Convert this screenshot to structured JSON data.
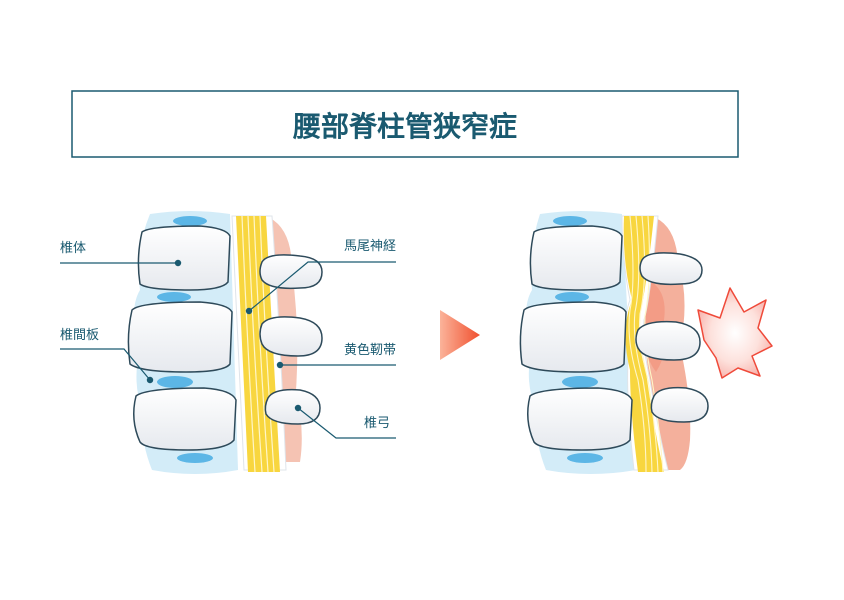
{
  "title": "腰部脊柱管狭窄症",
  "labels": {
    "vertebral_body": "椎体",
    "intervertebral_disc": "椎間板",
    "cauda_equina": "馬尾神経",
    "ligamentum_flavum": "黄色靭帯",
    "vertebral_arch": "椎弓"
  },
  "colors": {
    "accent": "#1a5a70",
    "bone_fill": "#f4f5f7",
    "bone_stroke": "#2e4a5a",
    "disc": "#cfe9f7",
    "disc_core": "#5cb6e6",
    "nerve": "#f7d23c",
    "ligament": "#f4b4a0",
    "pain": "#ef4a3a",
    "arrow": "#f25a3a"
  }
}
